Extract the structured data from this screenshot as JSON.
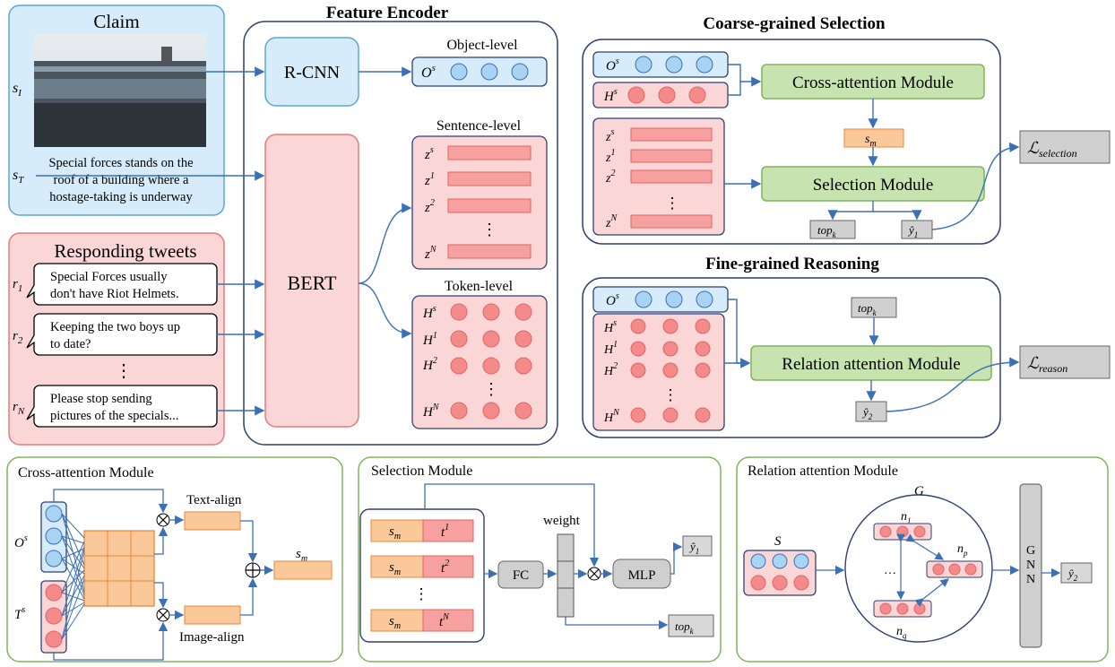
{
  "claim": {
    "title": "Claim",
    "image_label": "s_I",
    "text_label": "s_T",
    "text_lines": [
      "Special forces stands on the",
      "roof of a building where a",
      "hostage-taking is underway"
    ]
  },
  "responding": {
    "title": "Responding tweets",
    "tweets": [
      {
        "label": "r_1",
        "lines": [
          "Special Forces usually",
          "don't have Riot Helmets."
        ]
      },
      {
        "label": "r_2",
        "lines": [
          "Keeping the two boys up",
          "to date?"
        ]
      },
      {
        "label": "r_N",
        "lines": [
          "Please stop sending",
          "pictures of the specials..."
        ]
      }
    ],
    "ellipsis": "⋮"
  },
  "encoder": {
    "title": "Feature Encoder",
    "rcnn": "R-CNN",
    "bert": "BERT",
    "object_level": "Object-level",
    "sentence_level": "Sentence-level",
    "token_level": "Token-level",
    "o_s": "O^s",
    "z_labels": [
      "z^s",
      "z^1",
      "z^2",
      "z^N"
    ],
    "h_labels": [
      "H^s",
      "H^1",
      "H^2",
      "H^N"
    ]
  },
  "coarse": {
    "title": "Coarse-grained Selection",
    "cross_module": "Cross-attention Module",
    "selection_module": "Selection Module",
    "s_m": "s_m",
    "top_k": "top_k",
    "y1": "ŷ_1",
    "loss": "ℒ_selection"
  },
  "fine": {
    "title": "Fine-grained Reasoning",
    "relation_module": "Relation attention Module",
    "top_k": "top_k",
    "y2": "ŷ_2",
    "loss": "ℒ_reason"
  },
  "cross_panel": {
    "title": "Cross-attention Module",
    "o_s": "O^s",
    "t_s": "T^s",
    "text_align": "Text-align",
    "image_align": "Image-align",
    "s_m": "s_m"
  },
  "selection_panel": {
    "title": "Selection Module",
    "rows": [
      {
        "left": "s_m",
        "right": "t^1"
      },
      {
        "left": "s_m",
        "right": "t^2"
      },
      {
        "left": "s_m",
        "right": "t^N"
      }
    ],
    "fc": "FC",
    "weight": "weight",
    "mlp": "MLP",
    "y1": "ŷ_1",
    "top_k": "top_k"
  },
  "relation_panel": {
    "title": "Relation attention Module",
    "s": "S",
    "g": "G",
    "n1": "n_1",
    "np": "n_p",
    "nq": "n_q",
    "gnn": [
      "G",
      "N",
      "N"
    ],
    "y2": "ŷ_2"
  },
  "colors": {
    "blue_fill": "#d6ecfa",
    "blue_stroke": "#5aa6d8",
    "pink_fill": "#fbd6d6",
    "pink_stroke": "#e87a7a",
    "green_fill": "#c6e3b0",
    "green_stroke": "#7fb55a",
    "orange_fill": "#fbc89a",
    "orange_stroke": "#e8883a",
    "navy": "#2f3f78",
    "arrow": "#3b6fb6",
    "gray_fill": "#d0d0d0",
    "panel_green": "#7fb55a"
  }
}
